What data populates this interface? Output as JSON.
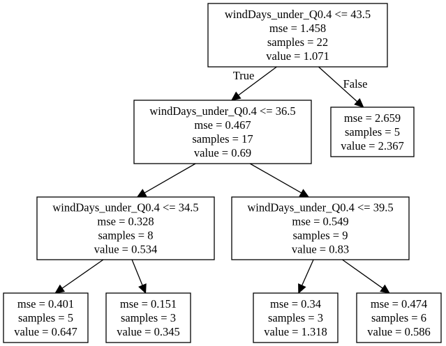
{
  "nodes": [
    {
      "id": "n0",
      "lines": [
        "windDays_under_Q0.4 <= 43.5",
        "mse = 1.458",
        "samples = 22",
        "value = 1.071"
      ]
    },
    {
      "id": "n1",
      "lines": [
        "windDays_under_Q0.4 <= 36.5",
        "mse = 0.467",
        "samples = 17",
        "value = 0.69"
      ]
    },
    {
      "id": "n2",
      "lines": [
        "mse = 2.659",
        "samples = 5",
        "value = 2.367"
      ]
    },
    {
      "id": "n3",
      "lines": [
        "windDays_under_Q0.4 <= 34.5",
        "mse = 0.328",
        "samples = 8",
        "value = 0.534"
      ]
    },
    {
      "id": "n4",
      "lines": [
        "windDays_under_Q0.4 <= 39.5",
        "mse = 0.549",
        "samples = 9",
        "value = 0.83"
      ]
    },
    {
      "id": "n5",
      "lines": [
        "mse = 0.401",
        "samples = 5",
        "value = 0.647"
      ]
    },
    {
      "id": "n6",
      "lines": [
        "mse = 0.151",
        "samples = 3",
        "value = 0.345"
      ]
    },
    {
      "id": "n7",
      "lines": [
        "mse = 0.34",
        "samples = 3",
        "value = 1.318"
      ]
    },
    {
      "id": "n8",
      "lines": [
        "mse = 0.474",
        "samples = 6",
        "value = 0.586"
      ]
    }
  ],
  "edges": [
    {
      "from": "n0",
      "to": "n1",
      "label": "True"
    },
    {
      "from": "n0",
      "to": "n2",
      "label": "False"
    },
    {
      "from": "n1",
      "to": "n3",
      "label": ""
    },
    {
      "from": "n1",
      "to": "n4",
      "label": ""
    },
    {
      "from": "n3",
      "to": "n5",
      "label": ""
    },
    {
      "from": "n3",
      "to": "n6",
      "label": ""
    },
    {
      "from": "n4",
      "to": "n7",
      "label": ""
    },
    {
      "from": "n4",
      "to": "n8",
      "label": ""
    }
  ]
}
